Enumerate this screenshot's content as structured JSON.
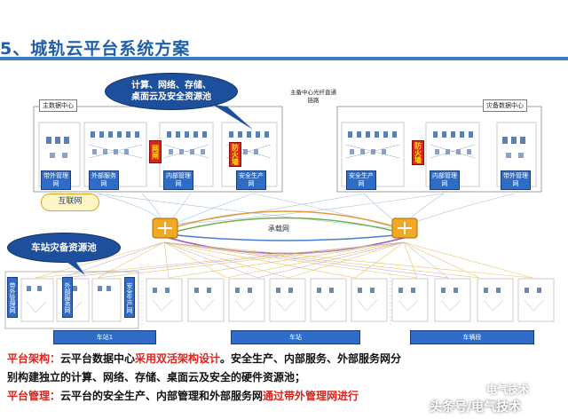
{
  "title": "5、城轨云平台系统方案",
  "callouts": {
    "top": "计算、网络、存储、\n桌面云及安全资源池",
    "station": "车站灾备资源池"
  },
  "labels": {
    "main_dc": "主数据中心",
    "backup_dc": "灾备数据中心",
    "fiber_link": "主备中心光纤直通\n链路",
    "internet": "互联网",
    "bearer_net": "承载网"
  },
  "main_dc_tags": [
    "带外管理网",
    "外部服务网",
    "内部管理网",
    "安全生产网"
  ],
  "backup_dc_tags": [
    "安全生产网",
    "内部管理网",
    "带外管理网"
  ],
  "red_tags": {
    "gateway": "网闸",
    "fw1": "防火墙",
    "fw2": "防火墙"
  },
  "station_side_tags": [
    "带外管理网",
    "外部服务网",
    "安全生产网"
  ],
  "station_bars": [
    "车站1",
    "车站",
    "车辆段"
  ],
  "text": {
    "arch_label": "平台架构：",
    "arch_body1": "云平台数据中心",
    "arch_hl": "采用双活架构设计",
    "arch_body2": "。安全生产、内部服务、外部服务网分",
    "arch_line2": "别构建独立的计算、网络、存储、桌面云及安全的硬件资源池；",
    "mgmt_label": "平台管理：",
    "mgmt_body": "云平台的安全生产、内部管理和外部服务网",
    "mgmt_hl": "通过带外管理网进行"
  },
  "watermarks": {
    "w1": "头条号/电气技术",
    "w2": "电气技术"
  }
}
